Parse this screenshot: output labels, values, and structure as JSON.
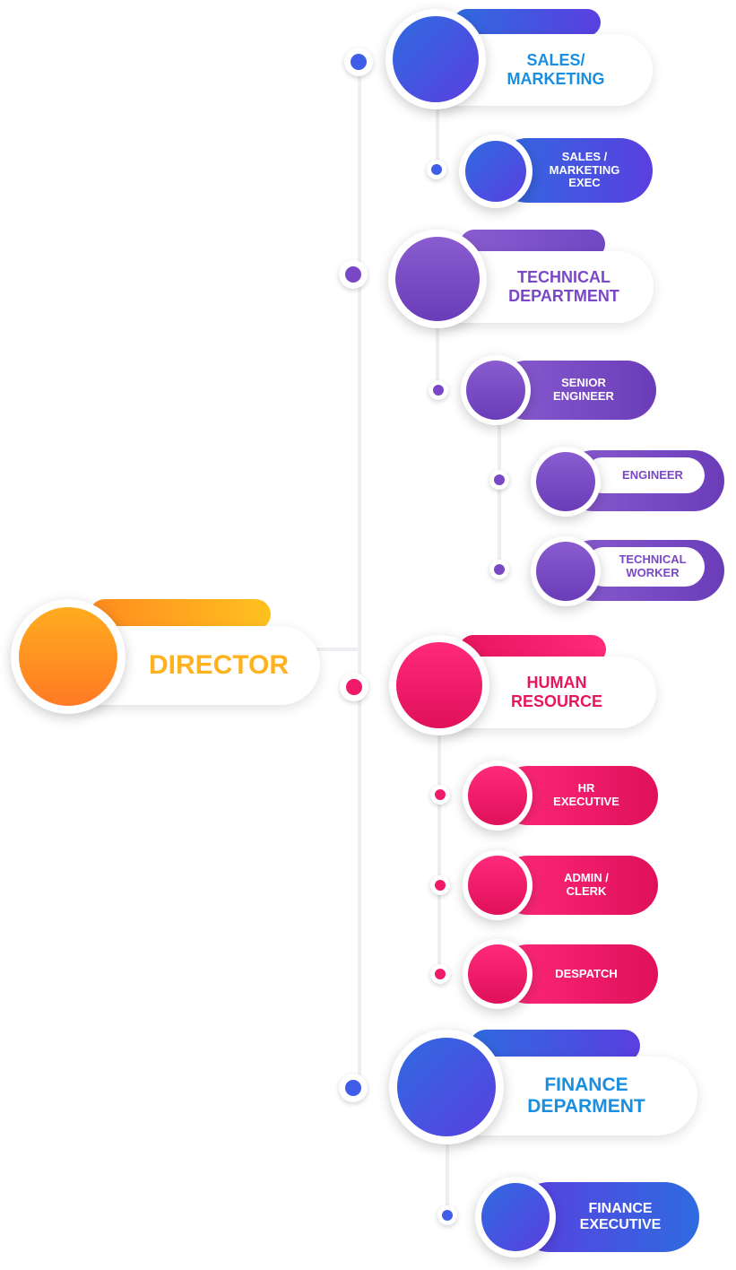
{
  "colors": {
    "orange": "#ff8a1f",
    "blue": "#3f5de8",
    "purple": "#7a48c6",
    "pink": "#f01a6b",
    "blue_text": "#1a8fe0",
    "purple_text": "#7a48c6",
    "pink_text": "#e8155f",
    "orange_text": "#ffb21f",
    "connector": "#eeeff2"
  },
  "nodes": {
    "director": "DIRECTOR",
    "sales_marketing": "SALES/\nMARKETING",
    "sales_marketing_exec": "SALES /\nMARKETING\nEXEC",
    "technical_department": "TECHNICAL\nDEPARTMENT",
    "senior_engineer": "SENIOR\nENGINEER",
    "engineer": "ENGINEER",
    "technical_worker": "TECHNICAL\nWORKER",
    "human_resource": "HUMAN\nRESOURCE",
    "hr_executive": "HR\nEXECUTIVE",
    "admin_clerk": "ADMIN /\nCLERK",
    "despatch": "DESPATCH",
    "finance_department": "FINANCE\nDEPARMENT",
    "finance_executive": "FINANCE\nEXECUTIVE"
  }
}
